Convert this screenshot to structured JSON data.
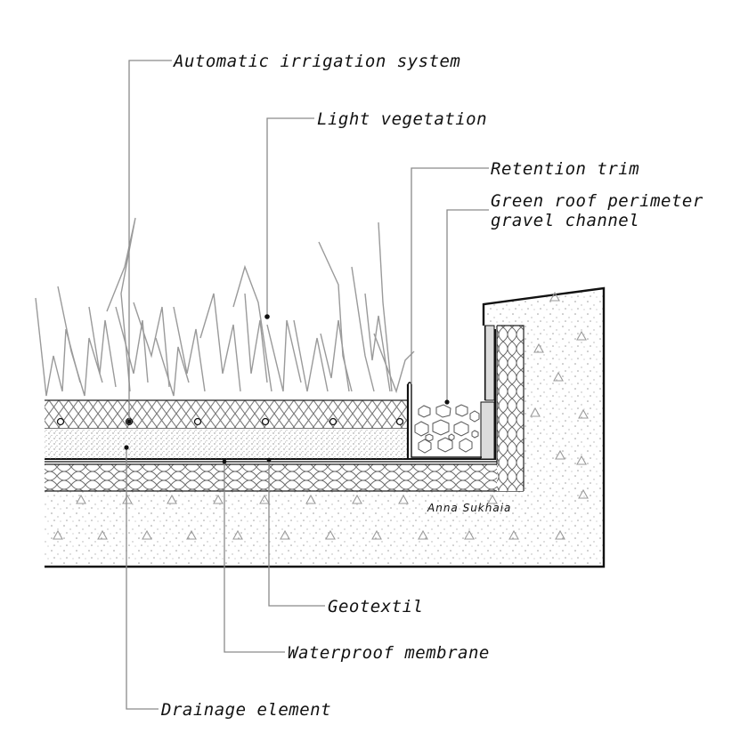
{
  "diagram": {
    "labels": {
      "irrigation": "Automatic irrigation system",
      "vegetation": "Light vegetation",
      "retention": "Retention trim",
      "gravel_line1": "Green roof perimeter",
      "gravel_line2": "gravel channel",
      "geotextil": "Geotextil",
      "membrane": "Waterproof membrane",
      "drainage": "Drainage element"
    },
    "signature": "Anna Sukhaia"
  }
}
